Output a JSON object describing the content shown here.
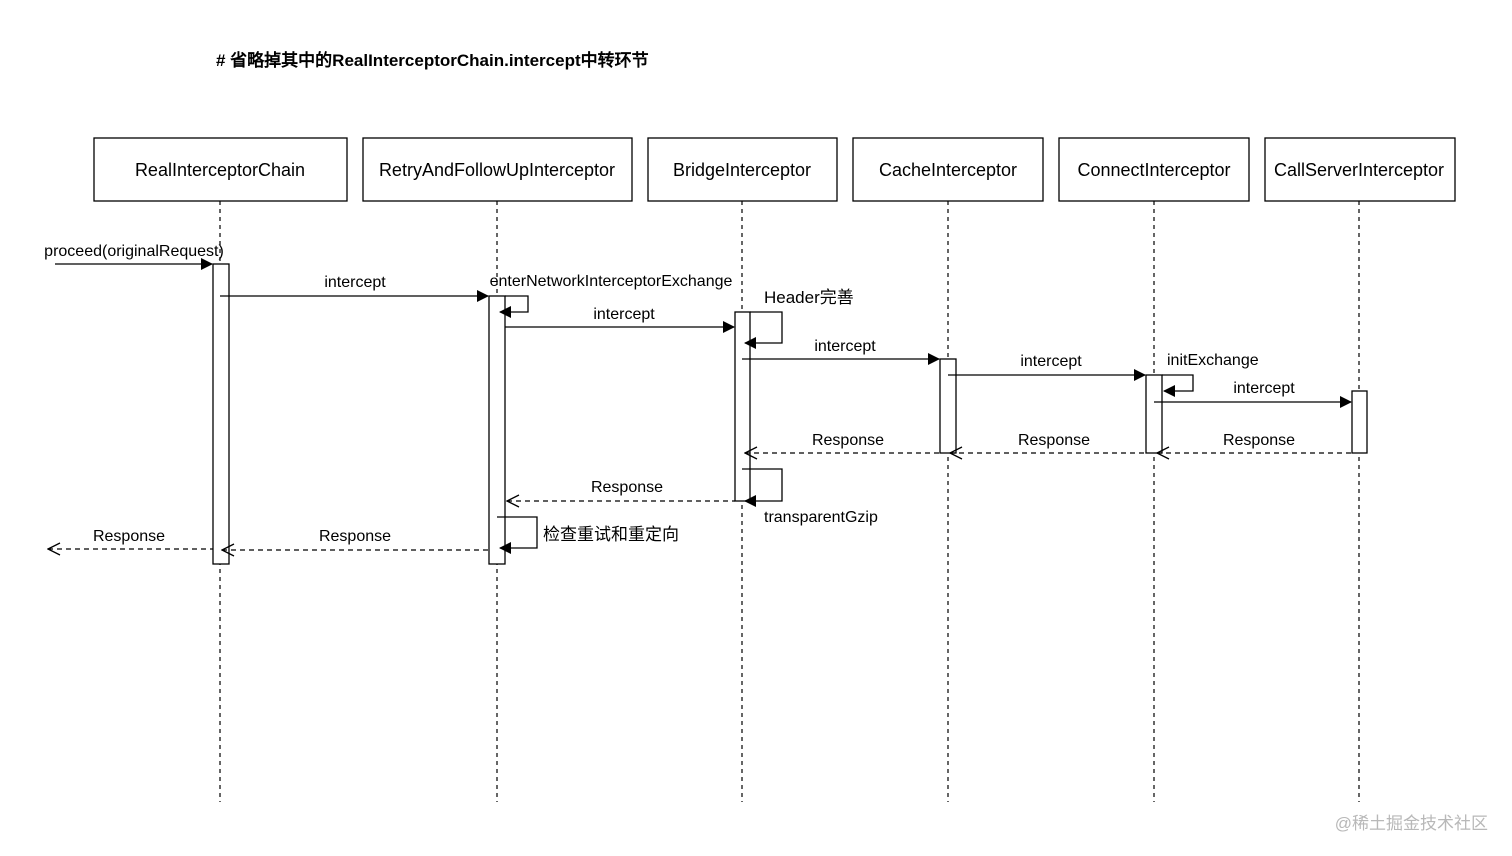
{
  "heading": "# 省略掉其中的RealInterceptorChain.intercept中转环节",
  "participants": [
    {
      "id": "chain",
      "label": "RealInterceptorChain"
    },
    {
      "id": "retry",
      "label": "RetryAndFollowUpInterceptor"
    },
    {
      "id": "bridge",
      "label": "BridgeInterceptor"
    },
    {
      "id": "cache",
      "label": "CacheInterceptor"
    },
    {
      "id": "connect",
      "label": "ConnectInterceptor"
    },
    {
      "id": "callserver",
      "label": "CallServerInterceptor"
    }
  ],
  "messages": {
    "proceed": "proceed(originalRequest)",
    "intercept_chain_retry": "intercept",
    "enter_network": "enterNetworkInterceptorExchange",
    "intercept_retry_bridge": "intercept",
    "header_complete": "Header完善",
    "intercept_bridge_cache": "intercept",
    "intercept_cache_connect": "intercept",
    "init_exchange": "initExchange",
    "intercept_connect_callserver": "intercept",
    "response_callserver_connect": "Response",
    "response_connect_cache": "Response",
    "response_cache_bridge": "Response",
    "transparent_gzip": "transparentGzip",
    "response_bridge_retry": "Response",
    "retry_check": "检查重试和重定向",
    "response_retry_chain": "Response",
    "response_chain_out": "Response"
  },
  "watermark": "@稀土掘金技术社区"
}
